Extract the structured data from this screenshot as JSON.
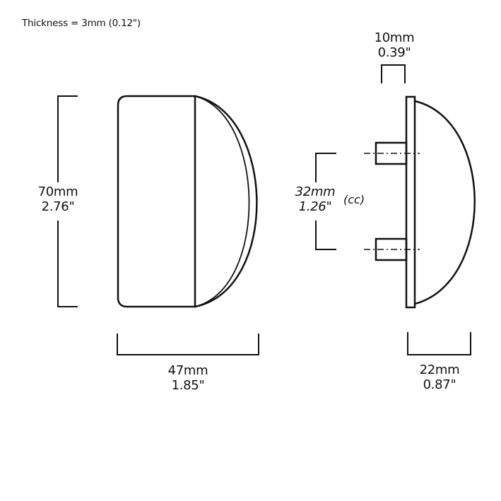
{
  "title": "Thickness = 3mm (0.12\")",
  "dimensions": {
    "height": {
      "mm": "70mm",
      "inch": "2.76\""
    },
    "width": {
      "mm": "47mm",
      "inch": "1.85\""
    },
    "depth": {
      "mm": "22mm",
      "inch": "0.87\""
    },
    "peg_depth": {
      "mm": "10mm",
      "inch": "0.39\""
    },
    "center_to_center": {
      "mm": "32mm",
      "inch": "1.26\"",
      "note": "(cc)"
    }
  },
  "views": {
    "front": "front-view",
    "side": "side-view"
  },
  "colors": {
    "line": "#111111",
    "background": "#ffffff"
  }
}
